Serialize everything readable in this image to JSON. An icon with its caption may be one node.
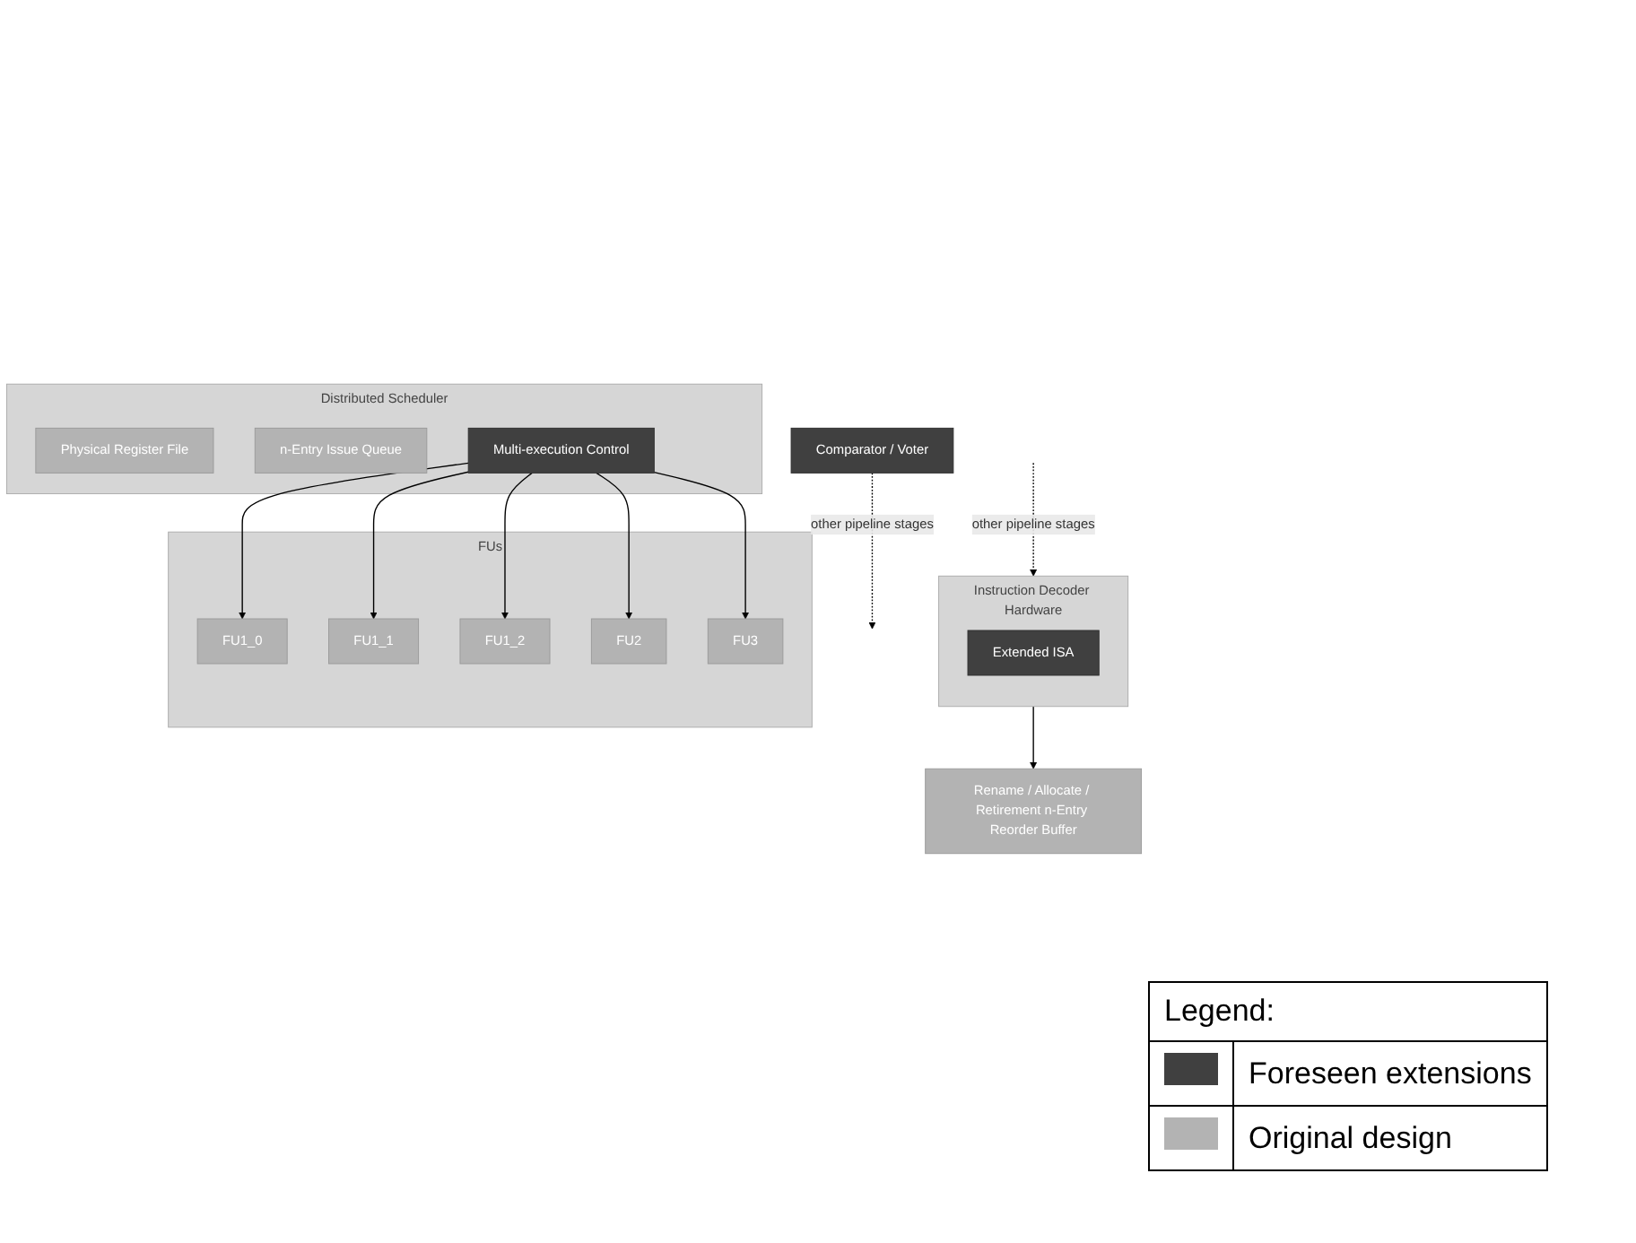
{
  "diagram": {
    "nodes": [
      {
        "text": [
          "Instruction Decoder Hardware"
        ]
      },
      {
        "text": [
          "Extended ISA"
        ],
        "in": 0
      },
      {
        "text": [
          "Rename / Allocate / Retirement n-Entry Reorder Buffer"
        ]
      },
      {
        "text": [
          "Distributed Scheduler"
        ]
      },
      {
        "text": [
          "Physical Register File"
        ],
        "in": 3
      },
      {
        "text": [
          "n-Entry Issue Queue"
        ],
        "in": 3
      },
      {
        "text": [
          "Multi-execution Control"
        ],
        "in": 3
      },
      {
        "text": [
          "FUs"
        ]
      },
      {
        "text": [
          "FU1_0"
        ],
        "in": 7
      },
      {
        "text": [
          "FU1_1"
        ],
        "in": 7
      },
      {
        "text": [
          "FU1_2"
        ],
        "in": 7
      },
      {
        "text": [
          "FU2"
        ],
        "in": 7
      },
      {
        "text": [
          "FU3"
        ],
        "in": 7
      },
      {
        "text": [
          "Comparator / Voter"
        ]
      }
    ],
    "edges": [
      {
        "from": null,
        "to": 0,
        "arrow": "to",
        "label": "other pipeline stages",
        "style": "dashed"
      },
      {
        "from": 0,
        "to": 2,
        "arrow": "to"
      },
      {
        "from": 6,
        "to": 8,
        "arrow": "to"
      },
      {
        "from": 6,
        "to": 9,
        "arrow": "to"
      },
      {
        "from": 6,
        "to": 10,
        "arrow": "to"
      },
      {
        "from": 6,
        "to": 11,
        "arrow": "to"
      },
      {
        "from": 6,
        "to": 12,
        "arrow": "to"
      },
      {
        "from": 13,
        "to": null,
        "arrow": "to",
        "label": "other pipeline stages",
        "style": "dashed"
      }
    ],
    "labels": [
      "Legend:"
    ],
    "legend": [
      {
        "text": "Foreseen extensions",
        "color": "#404040"
      },
      {
        "text": "Original design",
        "color": "#b3b3b3"
      }
    ]
  }
}
